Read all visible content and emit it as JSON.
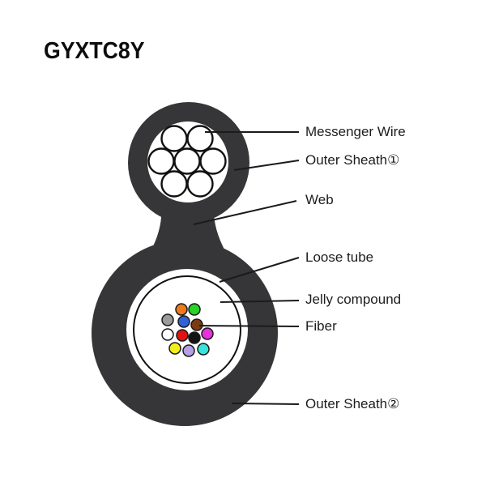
{
  "title": "GYXTC8Y",
  "diagram": {
    "labels": [
      {
        "id": "messenger-wire",
        "text": "Messenger Wire"
      },
      {
        "id": "outer-sheath-1",
        "text": "Outer Sheath①"
      },
      {
        "id": "web",
        "text": "Web"
      },
      {
        "id": "loose-tube",
        "text": "Loose tube"
      },
      {
        "id": "jelly-compound",
        "text": "Jelly compound"
      },
      {
        "id": "fiber",
        "text": "Fiber"
      },
      {
        "id": "outer-sheath-2",
        "text": "Outer Sheath②"
      }
    ],
    "colors": {
      "sheath": "#363638",
      "leader_line": "#1b1b1b",
      "outline": "#111111",
      "text": "#1d1d1d",
      "background": "#ffffff"
    },
    "strand_count": "7",
    "fiber_count": "12",
    "fibers": [
      {
        "name": "orange",
        "color": "#ee7a1d"
      },
      {
        "name": "green",
        "color": "#27d327"
      },
      {
        "name": "slate",
        "color": "#9b9b9b"
      },
      {
        "name": "blue",
        "color": "#2f62d8"
      },
      {
        "name": "brown",
        "color": "#7c3a11"
      },
      {
        "name": "white",
        "color": "#ffffff"
      },
      {
        "name": "red",
        "color": "#e01313"
      },
      {
        "name": "black",
        "color": "#141414"
      },
      {
        "name": "rose",
        "color": "#e631df"
      },
      {
        "name": "yellow",
        "color": "#f2ef17"
      },
      {
        "name": "violet",
        "color": "#b79fe3"
      },
      {
        "name": "aqua",
        "color": "#38e3d9"
      }
    ]
  }
}
